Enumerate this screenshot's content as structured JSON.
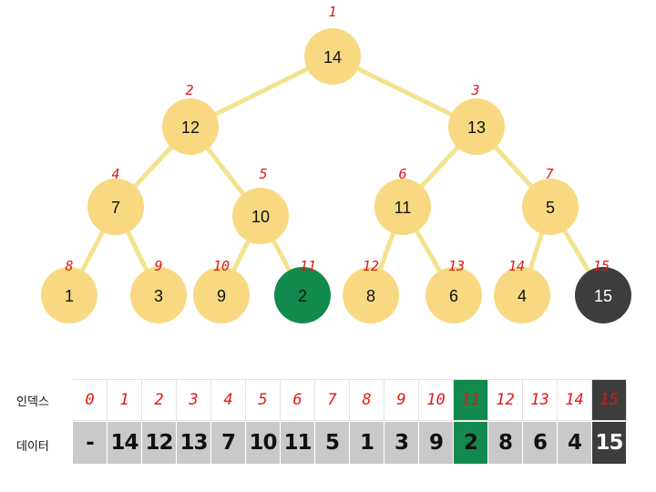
{
  "colors": {
    "node_fill": "#f8d982",
    "edge": "#f3e38f",
    "index_text": "#e01818",
    "highlight_green": "#138a4d",
    "highlight_dark": "#3d3d3d",
    "data_cell_bg": "#c9c9c9"
  },
  "tree": {
    "nodes": [
      {
        "index": "1",
        "value": "14",
        "state": "normal"
      },
      {
        "index": "2",
        "value": "12",
        "state": "normal"
      },
      {
        "index": "3",
        "value": "13",
        "state": "normal"
      },
      {
        "index": "4",
        "value": "7",
        "state": "normal"
      },
      {
        "index": "5",
        "value": "10",
        "state": "normal"
      },
      {
        "index": "6",
        "value": "11",
        "state": "normal"
      },
      {
        "index": "7",
        "value": "5",
        "state": "normal"
      },
      {
        "index": "8",
        "value": "1",
        "state": "normal"
      },
      {
        "index": "9",
        "value": "3",
        "state": "normal"
      },
      {
        "index": "10",
        "value": "9",
        "state": "normal"
      },
      {
        "index": "11",
        "value": "2",
        "state": "green"
      },
      {
        "index": "12",
        "value": "8",
        "state": "normal"
      },
      {
        "index": "13",
        "value": "6",
        "state": "normal"
      },
      {
        "index": "14",
        "value": "4",
        "state": "normal"
      },
      {
        "index": "15",
        "value": "15",
        "state": "dark"
      }
    ]
  },
  "array": {
    "index_label": "인덱스",
    "data_label": "데이터",
    "cells": [
      {
        "index": "0",
        "value": "-",
        "state": "normal"
      },
      {
        "index": "1",
        "value": "14",
        "state": "normal"
      },
      {
        "index": "2",
        "value": "12",
        "state": "normal"
      },
      {
        "index": "3",
        "value": "13",
        "state": "normal"
      },
      {
        "index": "4",
        "value": "7",
        "state": "normal"
      },
      {
        "index": "5",
        "value": "10",
        "state": "normal"
      },
      {
        "index": "6",
        "value": "11",
        "state": "normal"
      },
      {
        "index": "7",
        "value": "5",
        "state": "normal"
      },
      {
        "index": "8",
        "value": "1",
        "state": "normal"
      },
      {
        "index": "9",
        "value": "3",
        "state": "normal"
      },
      {
        "index": "10",
        "value": "9",
        "state": "normal"
      },
      {
        "index": "11",
        "value": "2",
        "state": "green"
      },
      {
        "index": "12",
        "value": "8",
        "state": "normal"
      },
      {
        "index": "13",
        "value": "6",
        "state": "normal"
      },
      {
        "index": "14",
        "value": "4",
        "state": "normal"
      },
      {
        "index": "15",
        "value": "15",
        "state": "dark"
      }
    ]
  }
}
